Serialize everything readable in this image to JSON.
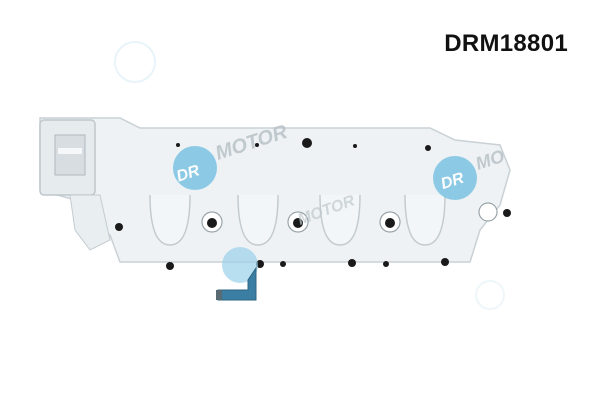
{
  "product": {
    "part_number": "DRM18801",
    "description_icon": "intake-manifold-photo",
    "watermark_text": "DR.MOTOR"
  },
  "colors": {
    "background": "#ffffff",
    "part_body": "#eef2f4",
    "part_shadow": "#c9d1d6",
    "bolt_holes": "#1a1a1a",
    "watermark_blue": "#7cc3e3",
    "bracket_blue": "#3a7fa3"
  }
}
